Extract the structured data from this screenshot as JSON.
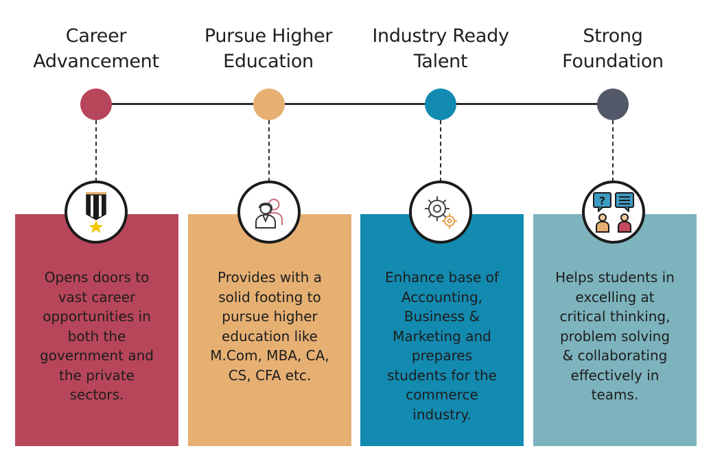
{
  "steps": [
    {
      "title_lines": [
        "Career",
        "Advancement"
      ],
      "description_lines": [
        "Opens doors to",
        "vast career",
        "opportunities in",
        "both the",
        "government and",
        "the private",
        "sectors."
      ],
      "color": "#b8465a",
      "icon": "medal-icon"
    },
    {
      "title_lines": [
        "Pursue Higher",
        "Education"
      ],
      "description_lines": [
        "Provides with a",
        "solid footing to",
        "pursue higher",
        "education like",
        "M.Com, MBA, CA,",
        "CS, CFA etc."
      ],
      "color": "#e6b073",
      "icon": "students-icon"
    },
    {
      "title_lines": [
        "Industry Ready",
        "Talent"
      ],
      "description_lines": [
        "Enhance base of",
        "Accounting,",
        "Business &",
        "Marketing and",
        "prepares",
        "students for the",
        "commerce",
        "industry."
      ],
      "color": "#138ab0",
      "icon": "gears-icon"
    },
    {
      "title_lines": [
        "Strong",
        "Foundation"
      ],
      "description_lines": [
        "Helps students in",
        "excelling at",
        "critical thinking,",
        "problem solving",
        "& collaborating",
        "effectively in",
        "teams."
      ],
      "color": "#7db3bd",
      "icon": "discussion-icon"
    }
  ],
  "dot_colors": [
    "#b8465a",
    "#e6b073",
    "#138ab0",
    "#535868"
  ],
  "line_color": "#2b2b2b"
}
